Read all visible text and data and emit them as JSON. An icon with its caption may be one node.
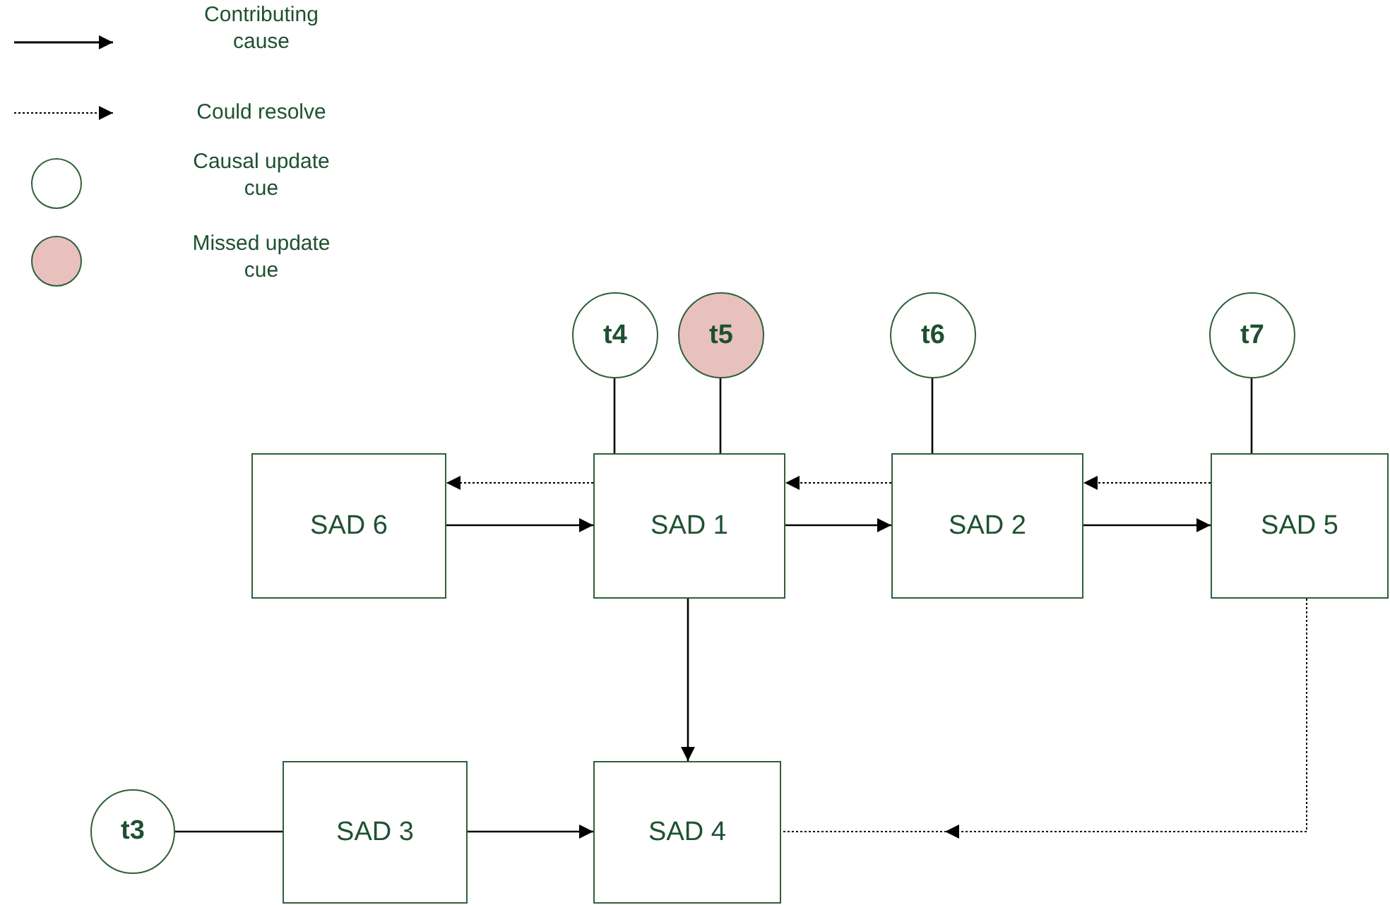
{
  "diagram": {
    "nodes": [
      {
        "text": [
          "t4"
        ]
      },
      {
        "text": [
          "t5"
        ]
      },
      {
        "text": [
          "t6"
        ]
      },
      {
        "text": [
          "t7"
        ]
      },
      {
        "text": [
          "SAD 6"
        ]
      },
      {
        "text": [
          "SAD 1"
        ]
      },
      {
        "text": [
          "SAD 2"
        ]
      },
      {
        "text": [
          "SAD 5"
        ]
      },
      {
        "text": [
          "t3"
        ]
      },
      {
        "text": [
          "SAD 3"
        ]
      },
      {
        "text": [
          "SAD 4"
        ]
      }
    ],
    "edges": [
      {
        "from": 0,
        "to": 5,
        "arrow": "none"
      },
      {
        "from": 1,
        "to": 5,
        "arrow": "none"
      },
      {
        "from": 2,
        "to": 6,
        "arrow": "none"
      },
      {
        "from": 3,
        "to": 7,
        "arrow": "none"
      },
      {
        "from": 5,
        "to": 4,
        "arrow": "to",
        "style": "dashed"
      },
      {
        "from": 4,
        "to": 5,
        "arrow": "to"
      },
      {
        "from": 6,
        "to": 5,
        "arrow": "to",
        "style": "dashed"
      },
      {
        "from": 5,
        "to": 6,
        "arrow": "to"
      },
      {
        "from": 7,
        "to": 6,
        "arrow": "to",
        "style": "dashed"
      },
      {
        "from": 6,
        "to": 7,
        "arrow": "to"
      },
      {
        "from": 5,
        "to": 10,
        "arrow": "to"
      },
      {
        "from": 8,
        "to": 9,
        "arrow": "none"
      },
      {
        "from": 9,
        "to": 10,
        "arrow": "to"
      },
      {
        "from": 7,
        "to": 10,
        "arrow": "to",
        "style": "dashed"
      }
    ],
    "legend": [
      {
        "text": "Contributing cause"
      },
      {
        "text": "Could resolve"
      },
      {
        "text": "Causal update cue",
        "color": "#ffffff"
      },
      {
        "text": "Missed update cue",
        "color": "#e8c1bf"
      }
    ]
  }
}
